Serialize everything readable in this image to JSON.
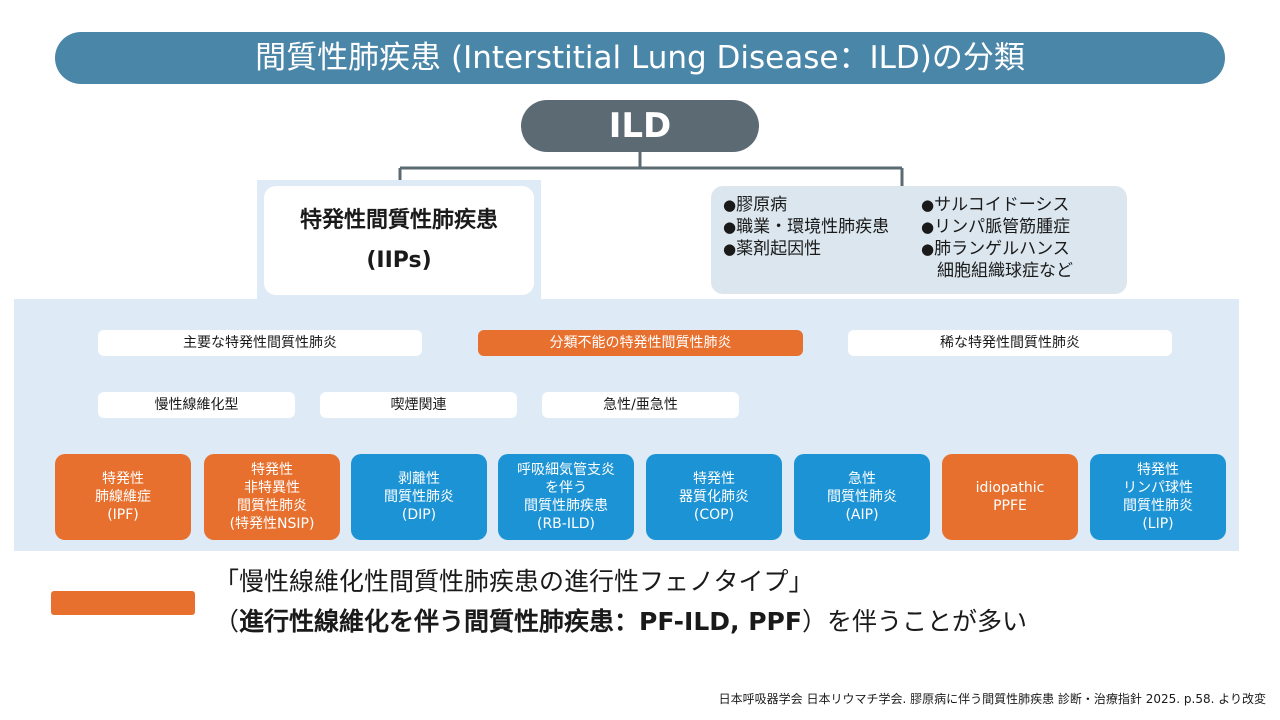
{
  "title": "間質性肺疾患 (Interstitial Lung Disease：ILD)の分類",
  "root": "ILD",
  "iips": {
    "line1": "特発性間質性肺疾患",
    "line2": "(IIPs)"
  },
  "other_causes": {
    "left": [
      "膠原病",
      "職業・環境性肺疾患",
      "薬剤起因性"
    ],
    "right": [
      "サルコイドーシス",
      "リンパ脈管筋腫症",
      "肺ランゲルハンス"
    ],
    "right_cont": "細胞組織球症など",
    "bullet": "●"
  },
  "groups": {
    "major": "主要な特発性間質性肺炎",
    "unclassifiable": "分類不能の特発性間質性肺炎",
    "rare": "稀な特発性間質性肺炎"
  },
  "subgroups": {
    "chronic": "慢性線維化型",
    "smoking": "喫煙関連",
    "acute": "急性/亜急性"
  },
  "leaves": [
    {
      "lines": [
        "特発性",
        "肺線維症",
        "(IPF)"
      ],
      "color": "orange"
    },
    {
      "lines": [
        "特発性",
        "非特異性",
        "間質性肺炎",
        "(特発性NSIP)"
      ],
      "color": "orange"
    },
    {
      "lines": [
        "剥離性",
        "間質性肺炎",
        "(DIP)"
      ],
      "color": "blue"
    },
    {
      "lines": [
        "呼吸細気管支炎",
        "を伴う",
        "間質性肺疾患",
        "(RB-ILD)"
      ],
      "color": "blue"
    },
    {
      "lines": [
        "特発性",
        "器質化肺炎",
        "(COP)"
      ],
      "color": "blue"
    },
    {
      "lines": [
        "急性",
        "間質性肺炎",
        "(AIP)"
      ],
      "color": "blue"
    },
    {
      "lines": [
        "idiopathic",
        "PPFE"
      ],
      "color": "orange"
    },
    {
      "lines": [
        "特発性",
        "リンパ球性",
        "間質性肺炎",
        "(LIP)"
      ],
      "color": "blue"
    }
  ],
  "legend": {
    "line1": "「慢性線維化性間質性肺疾患の進行性フェノタイプ」",
    "line2_open": "（",
    "line2_bold": "進行性線維化を伴う間質性肺疾患：PF-ILD, PPF",
    "line2_close": "）を伴うことが多い"
  },
  "footnote": "日本呼吸器学会 日本リウマチ学会. 膠原病に伴う間質性肺疾患 診断・治療指針 2025. p.58. より改変",
  "colors": {
    "title_bg": "#4a86a8",
    "root_bg": "#5c6b73",
    "orange": "#e8702e",
    "blue": "#1c93d4",
    "panel": "#deebf6",
    "line": "#5c6b73"
  }
}
